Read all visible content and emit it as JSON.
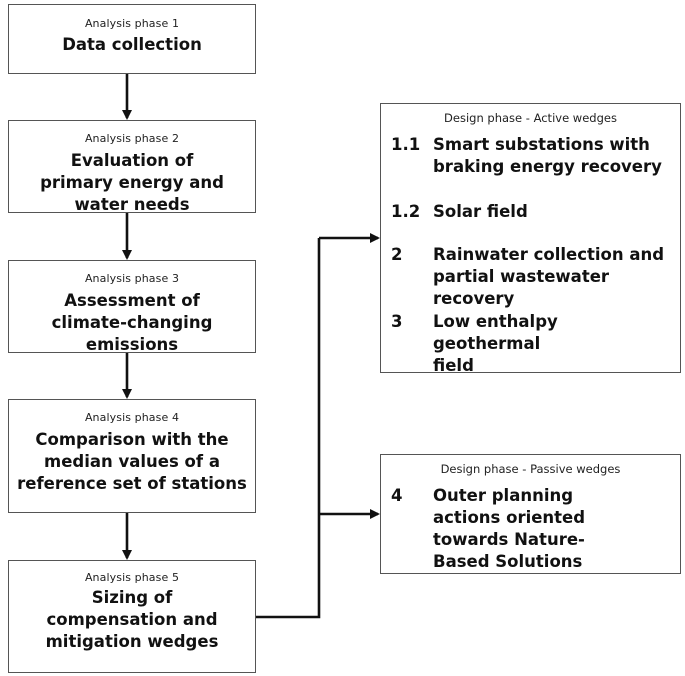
{
  "analysis_phases": [
    {
      "label": "Analysis phase 1",
      "title": "Data collection"
    },
    {
      "label": "Analysis phase 2",
      "title": "Evaluation of primary energy and water needs"
    },
    {
      "label": "Analysis phase 3",
      "title": "Assessment of climate-changing emissions"
    },
    {
      "label": "Analysis phase 4",
      "title": "Comparison with the median values of a reference set of stations"
    },
    {
      "label": "Analysis phase 5",
      "title": "Sizing of compensation and mitigation wedges"
    }
  ],
  "design_active": {
    "header": "Design phase - Active wedges",
    "wedges": [
      {
        "number": "1.1",
        "text": "Smart substations with braking energy recovery"
      },
      {
        "number": "1.2",
        "text": "Solar field"
      },
      {
        "number": "2",
        "text": "Rainwater collection and partial wastewater recovery"
      },
      {
        "number": "3",
        "text": "Low enthalpy geothermal field"
      }
    ]
  },
  "design_passive": {
    "header": "Design phase - Passive wedges",
    "wedges": [
      {
        "number": "4",
        "text": "Outer planning actions oriented towards Nature-Based Solutions"
      }
    ]
  },
  "colors": {
    "border": "#555555",
    "arrow": "#111111",
    "text": "#111111"
  }
}
